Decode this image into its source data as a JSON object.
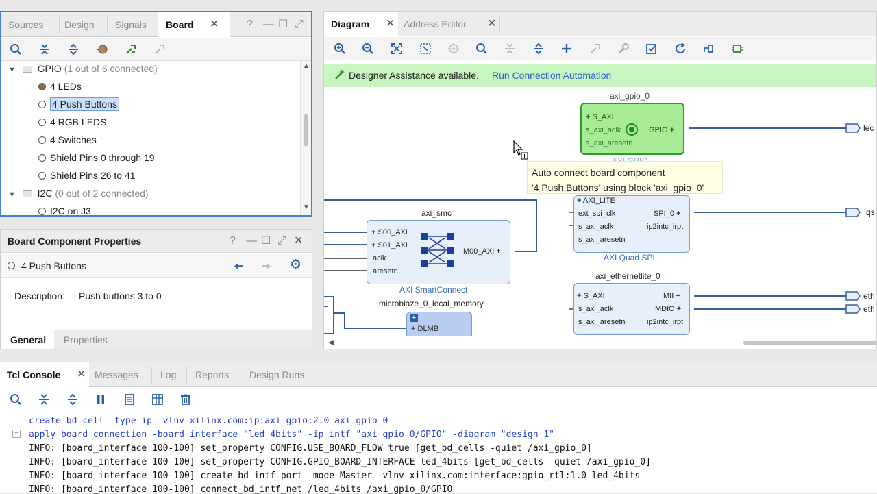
{
  "left_top": {
    "tabs": [
      {
        "label": "Sources"
      },
      {
        "label": "Design"
      },
      {
        "label": "Signals"
      },
      {
        "label": "Board"
      }
    ],
    "close": "✕",
    "controls": [
      "?",
      "—",
      "☐",
      "⤢"
    ],
    "tree": {
      "gpio_label": "GPIO",
      "gpio_meta": "(1 out of 6 connected)",
      "gpio_items": [
        {
          "label": "4 LEDs",
          "connected": true
        },
        {
          "label": "4 Push Buttons",
          "connected": false,
          "selected": true
        },
        {
          "label": "4 RGB LEDS",
          "connected": false
        },
        {
          "label": "4 Switches",
          "connected": false
        },
        {
          "label": "Shield Pins 0 through 19",
          "connected": false
        },
        {
          "label": "Shield Pins 26 to 41",
          "connected": false
        }
      ],
      "i2c_label": "I2C",
      "i2c_meta": "(0 out of 2 connected)",
      "i2c_items": [
        {
          "label": "I2C on J3"
        }
      ]
    }
  },
  "props": {
    "title": "Board Component Properties",
    "item": "4 Push Buttons",
    "desc_label": "Description:",
    "desc_value": "Push buttons 3 to 0",
    "tabs": [
      "General",
      "Properties"
    ]
  },
  "diagram": {
    "tabs": [
      "Diagram",
      "Address Editor"
    ],
    "banner_text": "Designer Assistance available.",
    "banner_link": "Run Connection Automation",
    "tooltip_line1": "Auto connect board component",
    "tooltip_line2": "'4 Push Buttons' using block 'axi_gpio_0'",
    "blocks": {
      "gpio": {
        "name": "axi_gpio_0",
        "sub": "AXI GPIO",
        "ports_in": [
          "S_AXI",
          "s_axi_aclk",
          "s_axi_aresetn"
        ],
        "port_out": "GPIO",
        "ext": "lec"
      },
      "spi": {
        "name": "AXI Quad SPI",
        "ports_in": [
          "AXI_LITE",
          "ext_spi_clk",
          "s_axi_aclk",
          "s_axi_aresetn"
        ],
        "ports_out": [
          "SPI_0",
          "ip2intc_irpt"
        ],
        "ext": "qs"
      },
      "smc": {
        "name": "axi_smc",
        "sub": "AXI SmartConnect",
        "ports_in": [
          "S00_AXI",
          "S01_AXI",
          "aclk",
          "aresetn"
        ],
        "port_out": "M00_AXI"
      },
      "eth": {
        "name": "axi_ethernetlite_0",
        "ports_in": [
          "S_AXI",
          "s_axi_aclk",
          "s_axi_aresetn"
        ],
        "ports_out": [
          "MII",
          "MDIO",
          "ip2intc_irpt"
        ],
        "ext1": "eth",
        "ext2": "eth"
      },
      "mem": {
        "name": "microblaze_0_local_memory",
        "port": "DLMB"
      }
    }
  },
  "console": {
    "tabs": [
      "Tcl Console",
      "Messages",
      "Log",
      "Reports",
      "Design Runs"
    ],
    "lines": [
      {
        "text": "create_bd_cell -type ip -vlnv xilinx.com:ip:axi_gpio:2.0 axi_gpio_0",
        "kind": "cmd"
      },
      {
        "text": "apply_board_connection -board_interface \"led_4bits\" -ip_intf \"axi_gpio_0/GPIO\" -diagram \"design_1\"",
        "kind": "cmd"
      },
      {
        "text": "INFO: [board_interface 100-100] set_property CONFIG.USE_BOARD_FLOW true [get_bd_cells -quiet /axi_gpio_0]",
        "kind": "info"
      },
      {
        "text": "INFO: [board_interface 100-100] set_property CONFIG.GPIO_BOARD_INTERFACE led_4bits [get_bd_cells -quiet /axi_gpio_0]",
        "kind": "info"
      },
      {
        "text": "INFO: [board_interface 100-100] create_bd_intf_port -mode Master -vlnv xilinx.com:interface:gpio_rtl:1.0 led_4bits",
        "kind": "info"
      },
      {
        "text": "INFO: [board_interface 100-100] connect_bd_intf_net /led_4bits /axi_gpio_0/GPIO",
        "kind": "info"
      }
    ]
  },
  "colors": {
    "accent_blue": "#3a6fc4",
    "banner_green": "#c8f5c0",
    "block_green": "#9fe88f",
    "cmd_blue": "#2540c8"
  }
}
